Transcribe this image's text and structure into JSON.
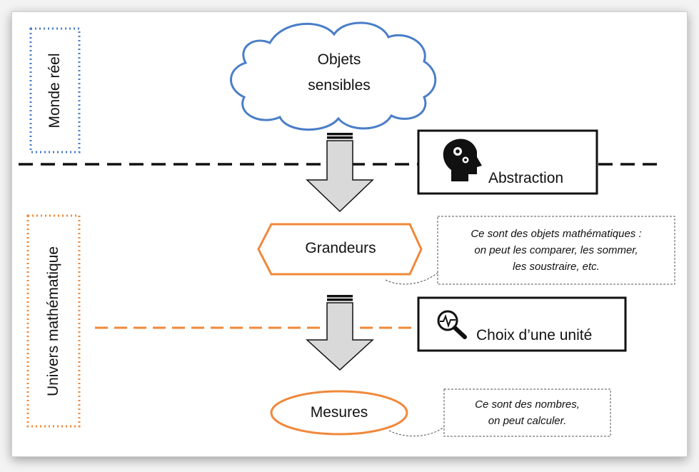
{
  "zones": {
    "real_world": "Monde réel",
    "math_universe": "Univers mathématique"
  },
  "nodes": {
    "objects_line1": "Objets",
    "objects_line2": "sensibles",
    "quantities": "Grandeurs",
    "measures": "Mesures"
  },
  "steps": {
    "abstraction": "Abstraction",
    "unit_choice": "Choix d’une unité"
  },
  "notes": {
    "quantities_line1": "Ce sont des objets mathématiques :",
    "quantities_line2": "on peut les comparer, les sommer,",
    "quantities_line3": "les soustraire, etc.",
    "measures_line1": "Ce sont des nombres,",
    "measures_line2": "on peut calculer."
  },
  "icons": {
    "abstraction": "head-gears-icon",
    "unit_choice": "magnifier-pulse-icon"
  },
  "colors": {
    "real_world": "#4a7ec8",
    "math": "#f0883a",
    "separator": "#111111",
    "arrow_fill": "#d9d9d9"
  }
}
